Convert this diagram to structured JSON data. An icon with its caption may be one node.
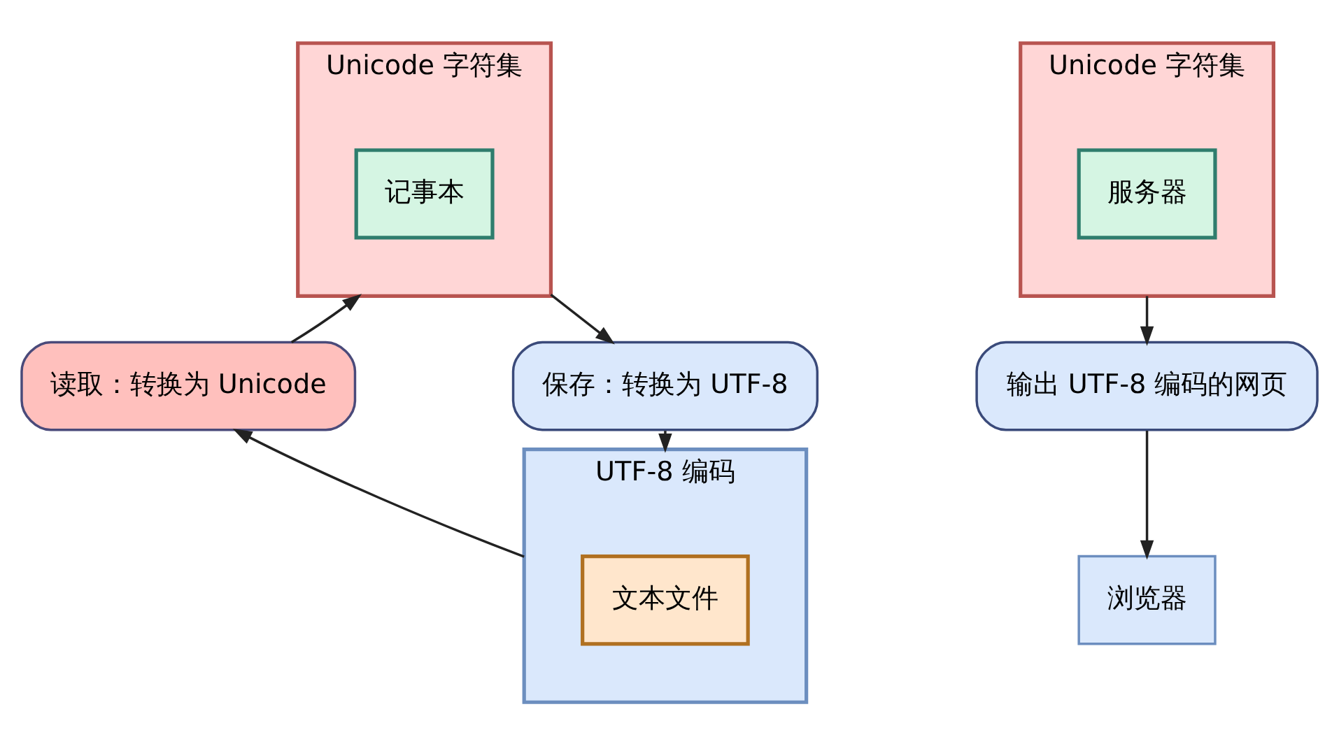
{
  "diagram": {
    "nodes": [
      {
        "text": [
          "Unicode 字符集"
        ]
      },
      {
        "text": [
          "记事本"
        ],
        "in": 0
      },
      {
        "text": [
          "读取：转换为 Unicode"
        ]
      },
      {
        "text": [
          "保存：转换为 UTF-8"
        ]
      },
      {
        "text": [
          "UTF-8 编码"
        ]
      },
      {
        "text": [
          "文本文件"
        ],
        "in": 4
      },
      {
        "text": [
          "Unicode 字符集"
        ]
      },
      {
        "text": [
          "服务器"
        ],
        "in": 6
      },
      {
        "text": [
          "输出 UTF-8 编码的网页"
        ]
      },
      {
        "text": [
          "浏览器"
        ]
      }
    ],
    "edges": [
      {
        "from": 4,
        "to": 2,
        "arrow": "to"
      },
      {
        "from": 2,
        "to": 0,
        "arrow": "to"
      },
      {
        "from": 0,
        "to": 3,
        "arrow": "to"
      },
      {
        "from": 3,
        "to": 4,
        "arrow": "to"
      },
      {
        "from": 6,
        "to": 8,
        "arrow": "to"
      },
      {
        "from": 8,
        "to": 9,
        "arrow": "to"
      }
    ]
  }
}
